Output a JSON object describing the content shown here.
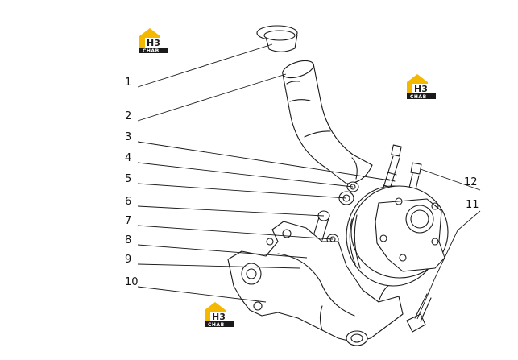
{
  "callouts": [
    {
      "id": "1",
      "label": "1"
    },
    {
      "id": "2",
      "label": "2"
    },
    {
      "id": "3",
      "label": "3"
    },
    {
      "id": "4",
      "label": "4"
    },
    {
      "id": "5",
      "label": "5"
    },
    {
      "id": "6",
      "label": "6"
    },
    {
      "id": "7",
      "label": "7"
    },
    {
      "id": "8",
      "label": "8"
    },
    {
      "id": "9",
      "label": "9"
    },
    {
      "id": "10",
      "label": "10"
    },
    {
      "id": "11",
      "label": "11"
    },
    {
      "id": "12",
      "label": "12"
    }
  ],
  "watermark": {
    "mark": "H3",
    "word": "CHAB",
    "color": "#f5b800"
  }
}
